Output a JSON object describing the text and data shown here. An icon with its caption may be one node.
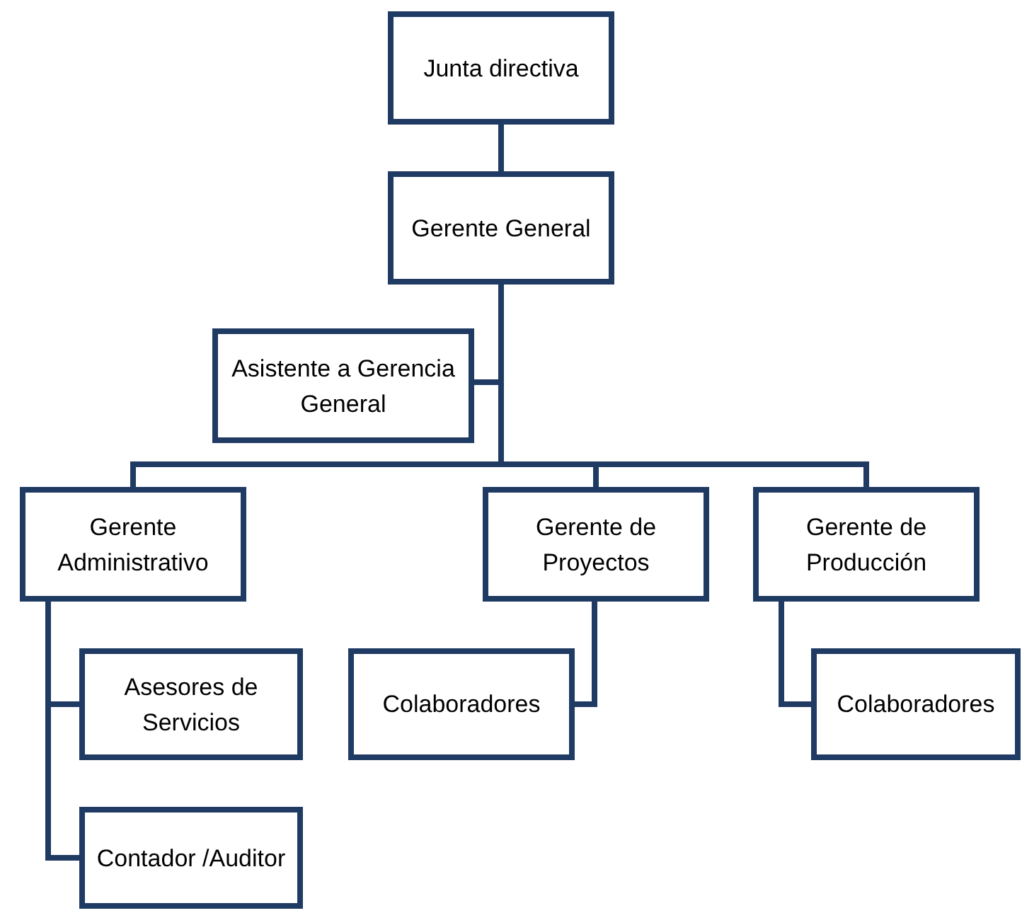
{
  "diagram": {
    "nodes": [
      {
        "text": [
          "Junta directiva"
        ]
      },
      {
        "text": [
          "Gerente General"
        ]
      },
      {
        "text": [
          "Asistente a Gerencia General"
        ]
      },
      {
        "text": [
          "Gerente Administrativo"
        ]
      },
      {
        "text": [
          "Gerente de Proyectos"
        ]
      },
      {
        "text": [
          "Gerente de Producción"
        ]
      },
      {
        "text": [
          "Asesores de Servicios"
        ]
      },
      {
        "text": [
          "Colaboradores"
        ]
      },
      {
        "text": [
          "Contador /Auditor"
        ]
      },
      {
        "text": [
          "Colaboradores"
        ]
      }
    ],
    "edges": [
      {
        "from": 0,
        "to": 1,
        "arrow": "none"
      },
      {
        "from": 1,
        "to": 2,
        "arrow": "none"
      },
      {
        "from": 1,
        "to": 3,
        "arrow": "none"
      },
      {
        "from": 1,
        "to": 4,
        "arrow": "none"
      },
      {
        "from": 1,
        "to": 5,
        "arrow": "none"
      },
      {
        "from": 3,
        "to": 6,
        "arrow": "none"
      },
      {
        "from": 3,
        "to": 8,
        "arrow": "none"
      },
      {
        "from": 4,
        "to": 7,
        "arrow": "none"
      },
      {
        "from": 5,
        "to": 9,
        "arrow": "none"
      }
    ]
  }
}
